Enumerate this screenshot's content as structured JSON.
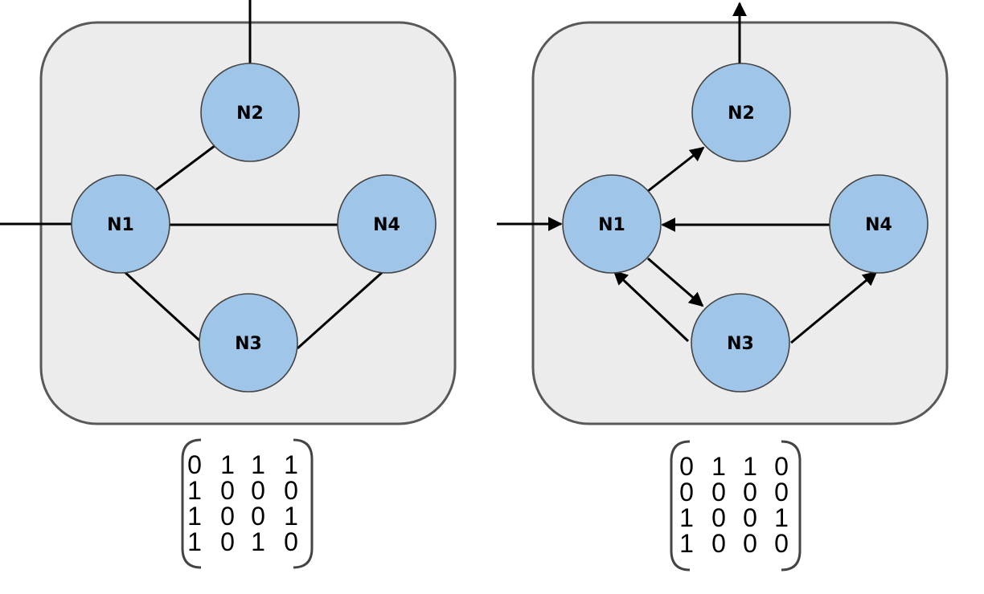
{
  "graphs": [
    {
      "nodes": [
        {
          "id": "N1",
          "label": "N1"
        },
        {
          "id": "N2",
          "label": "N2"
        },
        {
          "id": "N3",
          "label": "N3"
        },
        {
          "id": "N4",
          "label": "N4"
        }
      ],
      "edges": [
        [
          "N1",
          "N2"
        ],
        [
          "N1",
          "N4"
        ],
        [
          "N1",
          "N3"
        ],
        [
          "N3",
          "N4"
        ]
      ],
      "directed": false,
      "matrix": [
        [
          "0",
          "1",
          "1",
          "1"
        ],
        [
          "1",
          "0",
          "0",
          "0"
        ],
        [
          "1",
          "0",
          "0",
          "1"
        ],
        [
          "1",
          "0",
          "1",
          "0"
        ]
      ]
    },
    {
      "nodes": [
        {
          "id": "N1",
          "label": "N1"
        },
        {
          "id": "N2",
          "label": "N2"
        },
        {
          "id": "N3",
          "label": "N3"
        },
        {
          "id": "N4",
          "label": "N4"
        }
      ],
      "edges": [
        [
          "N1",
          "N2"
        ],
        [
          "N1",
          "N3"
        ],
        [
          "N3",
          "N1"
        ],
        [
          "N3",
          "N4"
        ],
        [
          "N4",
          "N1"
        ]
      ],
      "directed": true,
      "matrix": [
        [
          "0",
          "1",
          "1",
          "0"
        ],
        [
          "0",
          "0",
          "0",
          "0"
        ],
        [
          "1",
          "0",
          "0",
          "1"
        ],
        [
          "1",
          "0",
          "0",
          "0"
        ]
      ]
    }
  ]
}
